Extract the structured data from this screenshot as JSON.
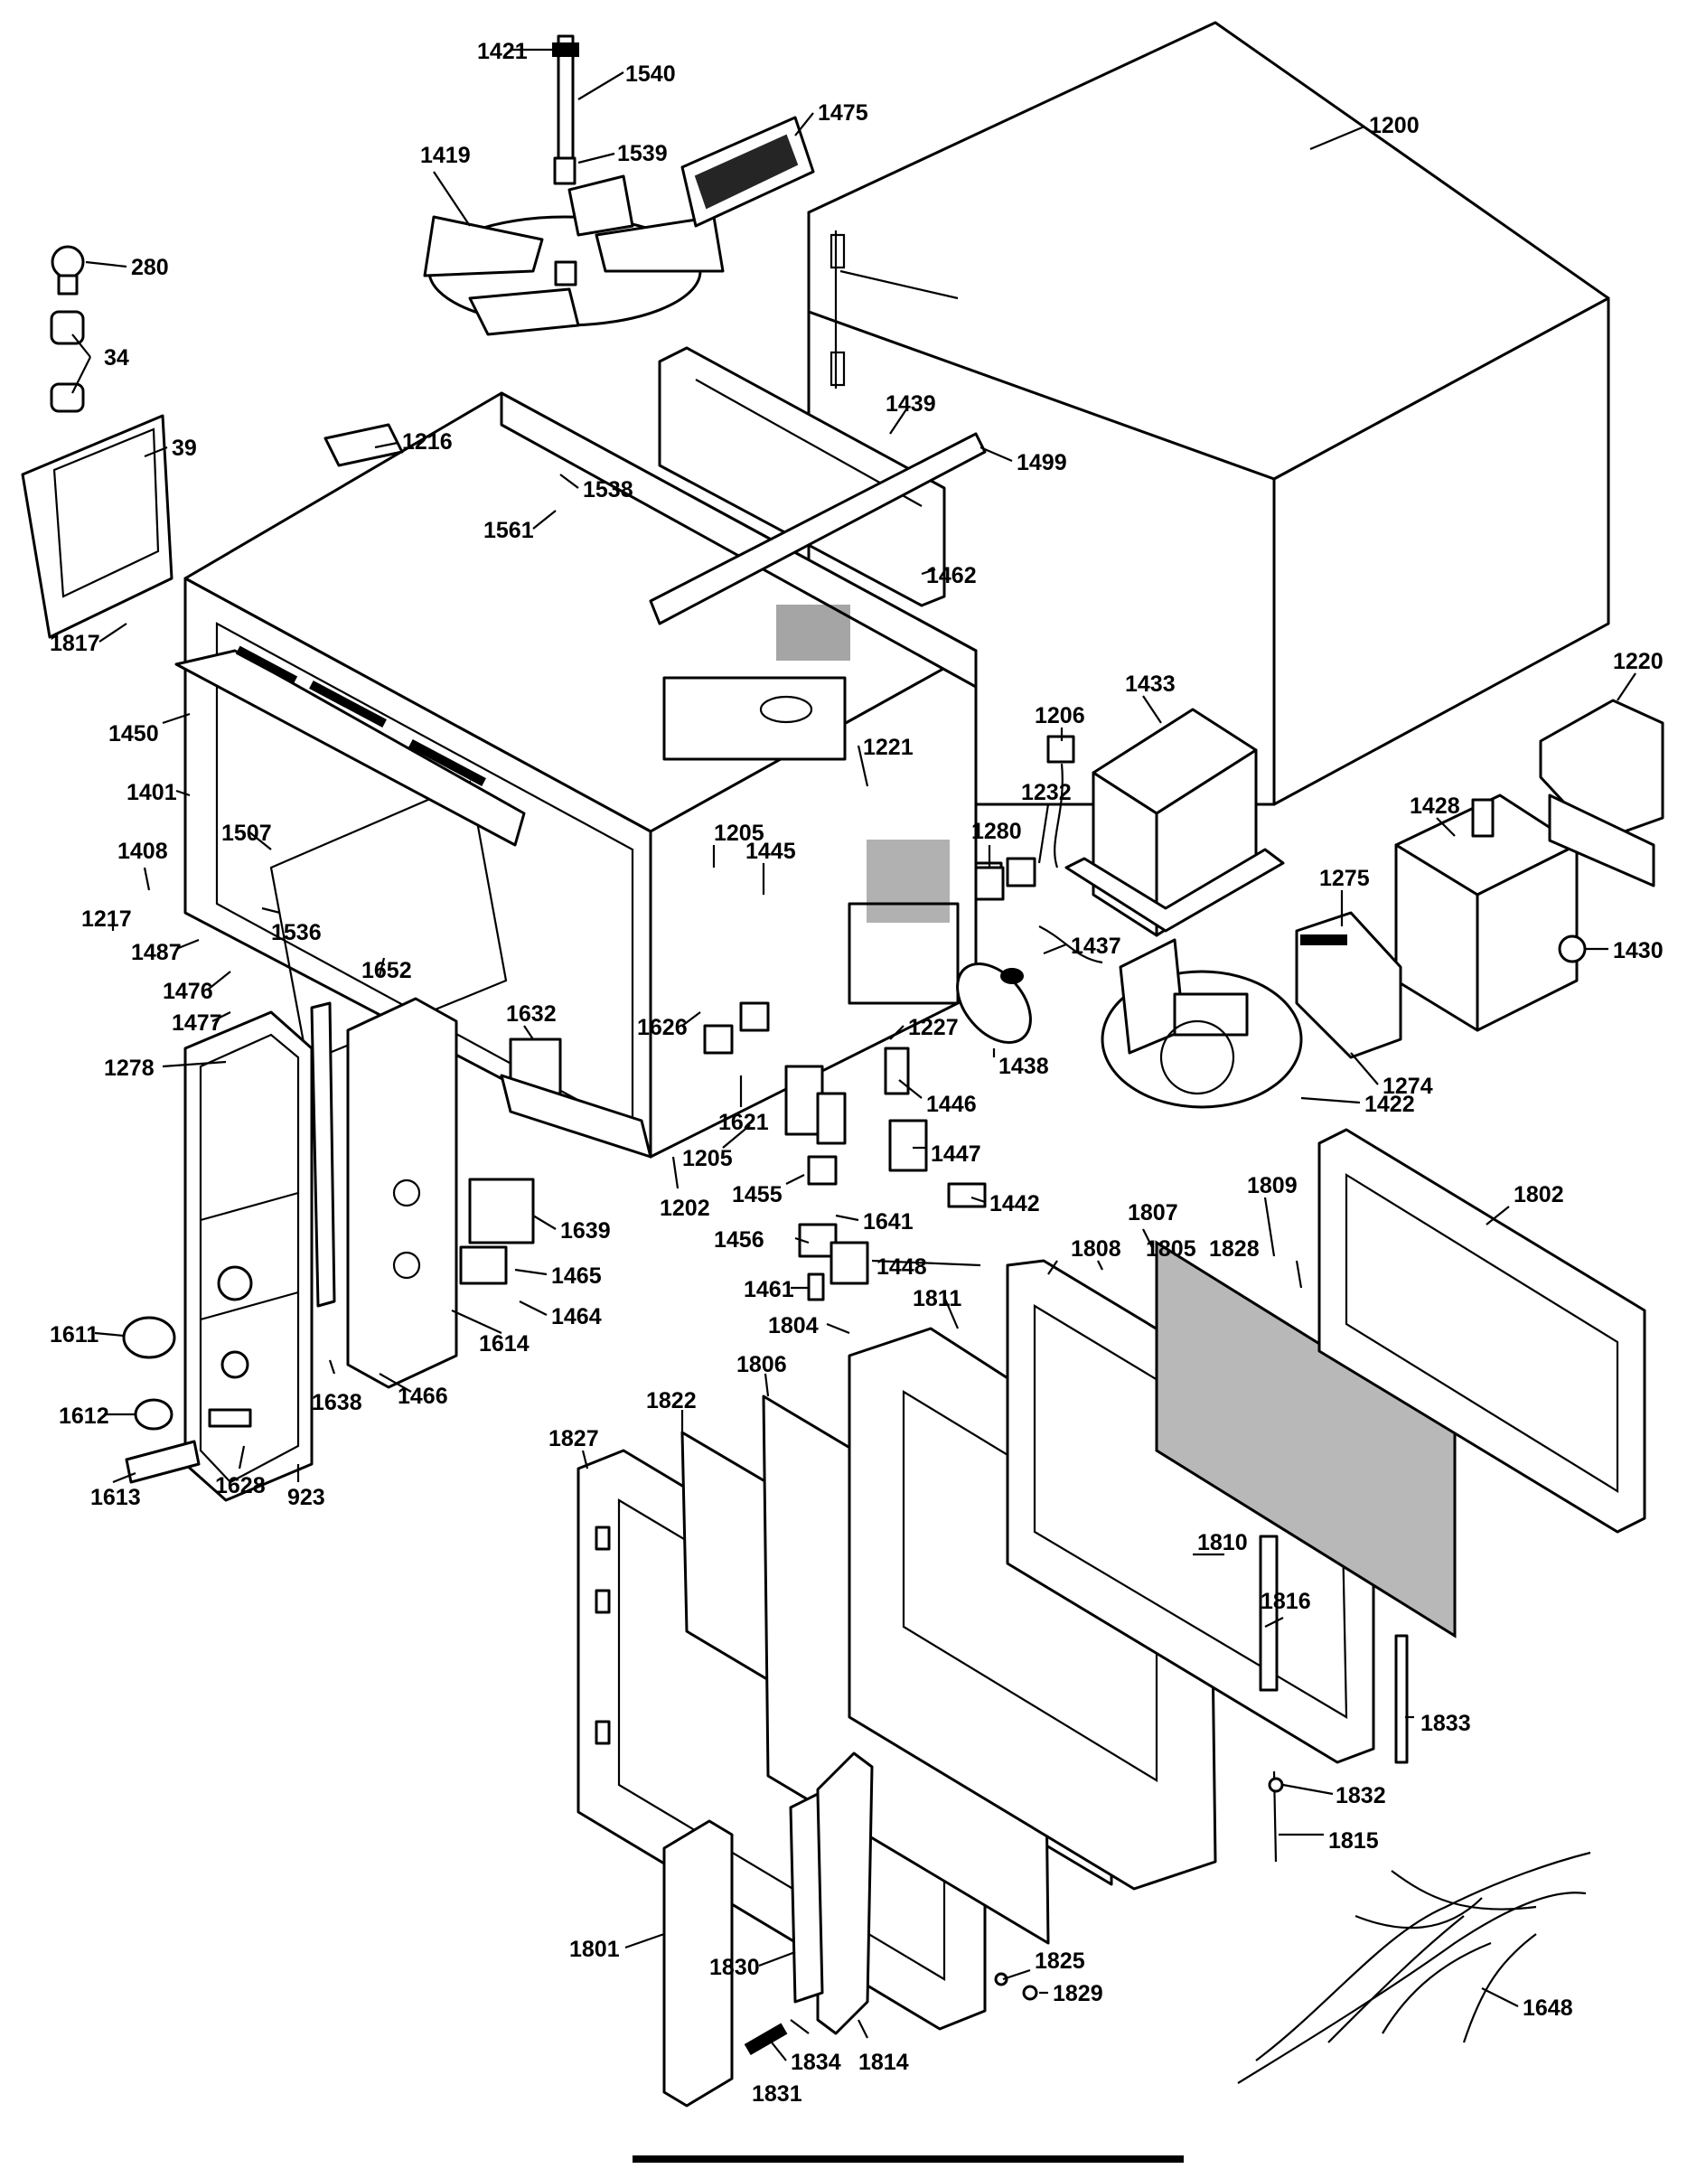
{
  "callouts": [
    "1421",
    "1540",
    "1475",
    "1200",
    "1419",
    "1539",
    "280",
    "34",
    "1216",
    "1439",
    "1499",
    "39",
    "1538",
    "1561",
    "1462",
    "1817",
    "1220",
    "1433",
    "1206",
    "1221",
    "1450",
    "1401",
    "1232",
    "1428",
    "1280",
    "1205",
    "1445",
    "1275",
    "1430",
    "1507",
    "1408",
    "1437",
    "1217",
    "1536",
    "1487",
    "1652",
    "1476",
    "1477",
    "1626",
    "1227",
    "1274",
    "1438",
    "1278",
    "1632",
    "1422",
    "1621",
    "1205",
    "1446",
    "1447",
    "1802",
    "1809",
    "1202",
    "1455",
    "1442",
    "1807",
    "1641",
    "1456",
    "1639",
    "1448",
    "1828",
    "1808",
    "1805",
    "1461",
    "1465",
    "1811",
    "1804",
    "1464",
    "1611",
    "1614",
    "1806",
    "1638",
    "1466",
    "1612",
    "1822",
    "1827",
    "1613",
    "1628",
    "923",
    "1810",
    "1816",
    "1833",
    "1832",
    "1815",
    "1801",
    "1825",
    "1830",
    "1829",
    "1648",
    "1834",
    "1814",
    "1831"
  ]
}
